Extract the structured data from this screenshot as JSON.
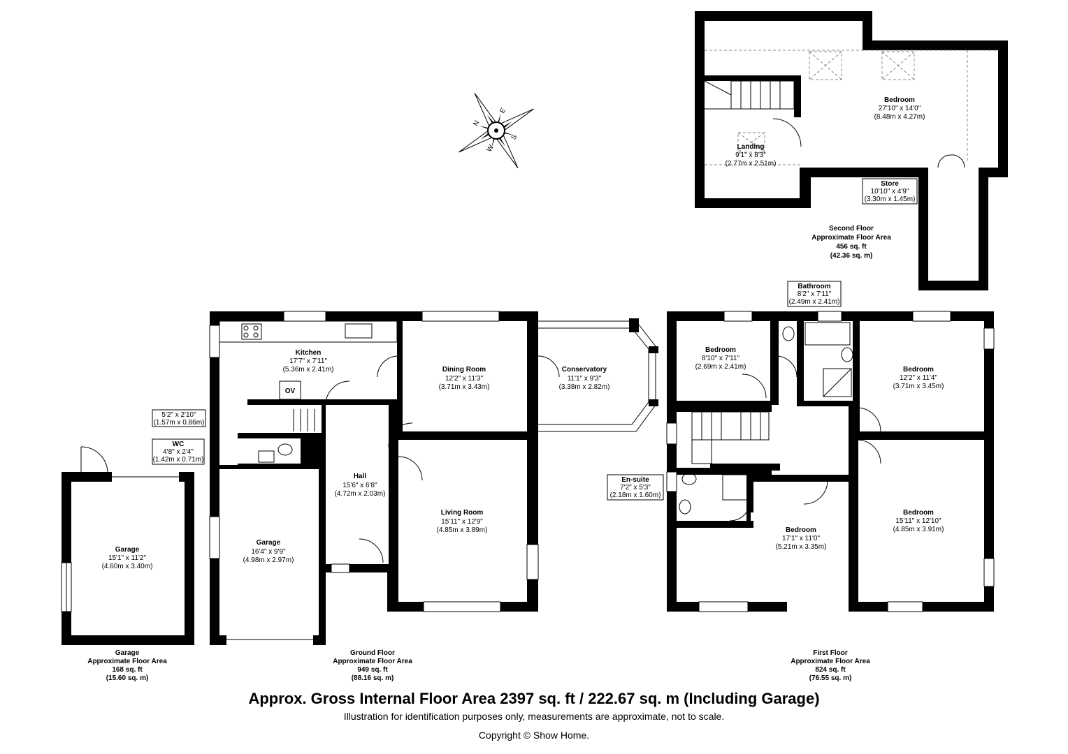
{
  "rooms": {
    "kitchen": {
      "name": "Kitchen",
      "imperial": "17'7\" x 7'11\"",
      "metric": "(5.36m x 2.41m)"
    },
    "dining": {
      "name": "Dining Room",
      "imperial": "12'2\" x 11'3\"",
      "metric": "(3.71m x 3.43m)"
    },
    "conservatory": {
      "name": "Conservatory",
      "imperial": "11'1\" x 9'3\"",
      "metric": "(3.38m x 2.82m)"
    },
    "hall": {
      "name": "Hall",
      "imperial": "15'6\" x 6'8\"",
      "metric": "(4.72m x 2.03m)"
    },
    "living": {
      "name": "Living Room",
      "imperial": "15'11\" x 12'9\"",
      "metric": "(4.85m x 3.89m)"
    },
    "garage_int": {
      "name": "Garage",
      "imperial": "16'4\" x 9'9\"",
      "metric": "(4.98m x 2.97m)"
    },
    "garage_det": {
      "name": "Garage",
      "imperial": "15'1\" x 11'2\"",
      "metric": "(4.60m x 3.40m)"
    },
    "cupboard": {
      "imperial": "5'2\" x 2'10\"",
      "metric": "(1.57m x 0.86m)"
    },
    "wc": {
      "name": "WC",
      "imperial": "4'8\" x 2'4\"",
      "metric": "(1.42m x 0.71m)"
    },
    "bed_ff_small": {
      "name": "Bedroom",
      "imperial": "8'10\" x 7'11\"",
      "metric": "(2.69m x 2.41m)"
    },
    "bathroom": {
      "name": "Bathroom",
      "imperial": "8'2\" x 7'11\"",
      "metric": "(2.49m x 2.41m)"
    },
    "bed_ff_right_top": {
      "name": "Bedroom",
      "imperial": "12'2\" x 11'4\"",
      "metric": "(3.71m x 3.45m)"
    },
    "ensuite": {
      "name": "En-suite",
      "imperial": "7'2\" x 5'3\"",
      "metric": "(2.18m x 1.60m)"
    },
    "bed_ff_mid": {
      "name": "Bedroom",
      "imperial": "17'1\" x 11'0\"",
      "metric": "(5.21m x 3.35m)"
    },
    "bed_ff_right_bot": {
      "name": "Bedroom",
      "imperial": "15'11\" x 12'10\"",
      "metric": "(4.85m x 3.91m)"
    },
    "bed_sf": {
      "name": "Bedroom",
      "imperial": "27'10\" x 14'0\"",
      "metric": "(8.48m x 4.27m)"
    },
    "landing": {
      "name": "Landing",
      "imperial": "9'1\" x 8'3\"",
      "metric": "(2.77m x 2.51m)"
    },
    "store": {
      "name": "Store",
      "imperial": "10'10\" x 4'9\"",
      "metric": "(3.30m x 1.45m)"
    }
  },
  "fixtures": {
    "oven": "OV"
  },
  "compass": {
    "letters": [
      "N",
      "E",
      "S",
      "W"
    ]
  },
  "areas": {
    "garage": {
      "title": "Garage",
      "subtitle": "Approximate Floor Area",
      "sqft": "168 sq. ft",
      "sqm": "(15.60 sq. m)"
    },
    "ground": {
      "title": "Ground Floor",
      "subtitle": "Approximate Floor Area",
      "sqft": "949 sq. ft",
      "sqm": "(88.16 sq. m)"
    },
    "first": {
      "title": "First Floor",
      "subtitle": "Approximate Floor Area",
      "sqft": "824 sq. ft",
      "sqm": "(76.55 sq. m)"
    },
    "second": {
      "title": "Second Floor",
      "subtitle": "Approximate Floor Area",
      "sqft": "456 sq. ft",
      "sqm": "(42.36 sq. m)"
    }
  },
  "footer": {
    "gross": "Approx. Gross Internal Floor Area 2397 sq. ft / 222.67 sq. m (Including Garage)",
    "disclaimer": "Illustration for identification purposes only, measurements are approximate, not to scale.",
    "copyright": "Copyright © Show Home."
  }
}
